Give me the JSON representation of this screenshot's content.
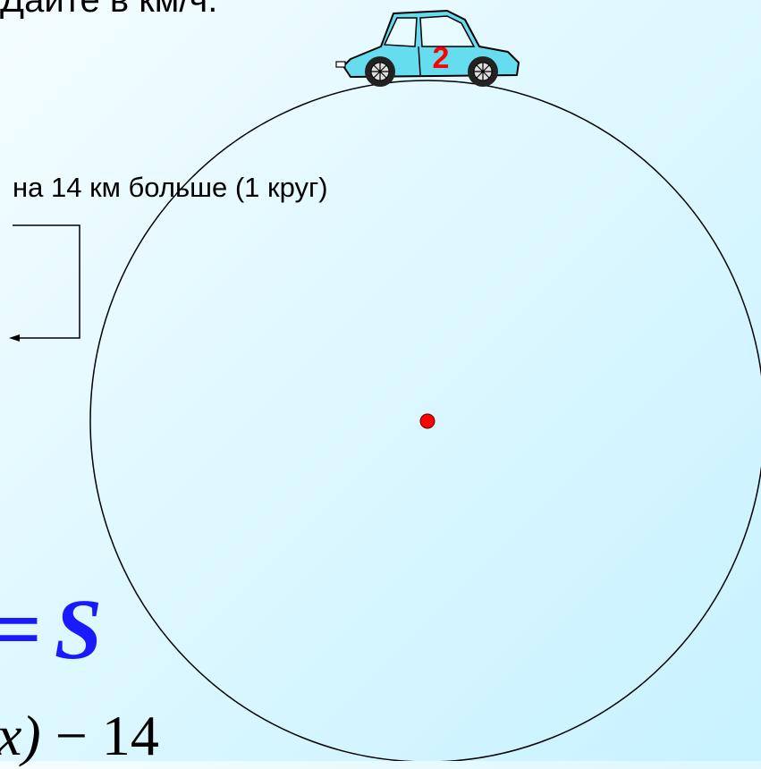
{
  "problem": {
    "top_text": "Дайте в км/ч.",
    "note": "на 14 км больше (1 круг)"
  },
  "car": {
    "number": "2",
    "body_color": "#66ddee",
    "number_color": "#ff0000"
  },
  "track": {
    "center_color": "#ff0000"
  },
  "formula": {
    "equals": "=",
    "s": "S",
    "tail_var": "x)",
    "tail_rest": " − 14"
  }
}
